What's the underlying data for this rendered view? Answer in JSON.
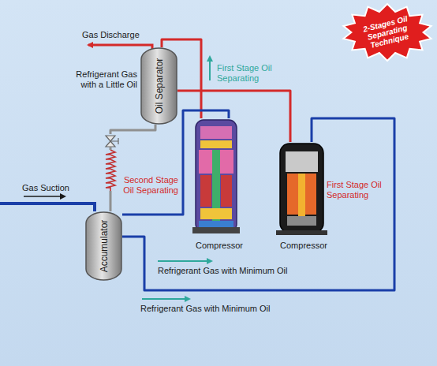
{
  "diagram": {
    "nodes": [
      {
        "text": [
          "Oil Separator"
        ]
      },
      {
        "text": [
          "2-Stages Oil Separating Technique"
        ]
      },
      {
        "text": [
          "Compressor"
        ]
      },
      {
        "text": [
          "Compressor"
        ]
      },
      {
        "text": [
          "Accumulator"
        ]
      }
    ],
    "edges": [
      {
        "from": 2,
        "to": 0,
        "arrow": "none"
      },
      {
        "from": 3,
        "to": 0,
        "arrow": "none"
      },
      {
        "from": 0,
        "to": 4,
        "arrow": "none"
      },
      {
        "from": 4,
        "to": 2,
        "arrow": "none"
      },
      {
        "from": 4,
        "to": 3,
        "arrow": "none"
      }
    ],
    "labels": [
      "Gas Discharge",
      "Refrigerant Gas with a Little Oil",
      "First Stage Oil Separating",
      "Second Stage Oil Separating",
      "First Stage Oil Separating",
      "Gas Suction",
      "Refrigerant Gas with Minimum Oil",
      "Refrigerant Gas with Minimum Oil"
    ]
  }
}
